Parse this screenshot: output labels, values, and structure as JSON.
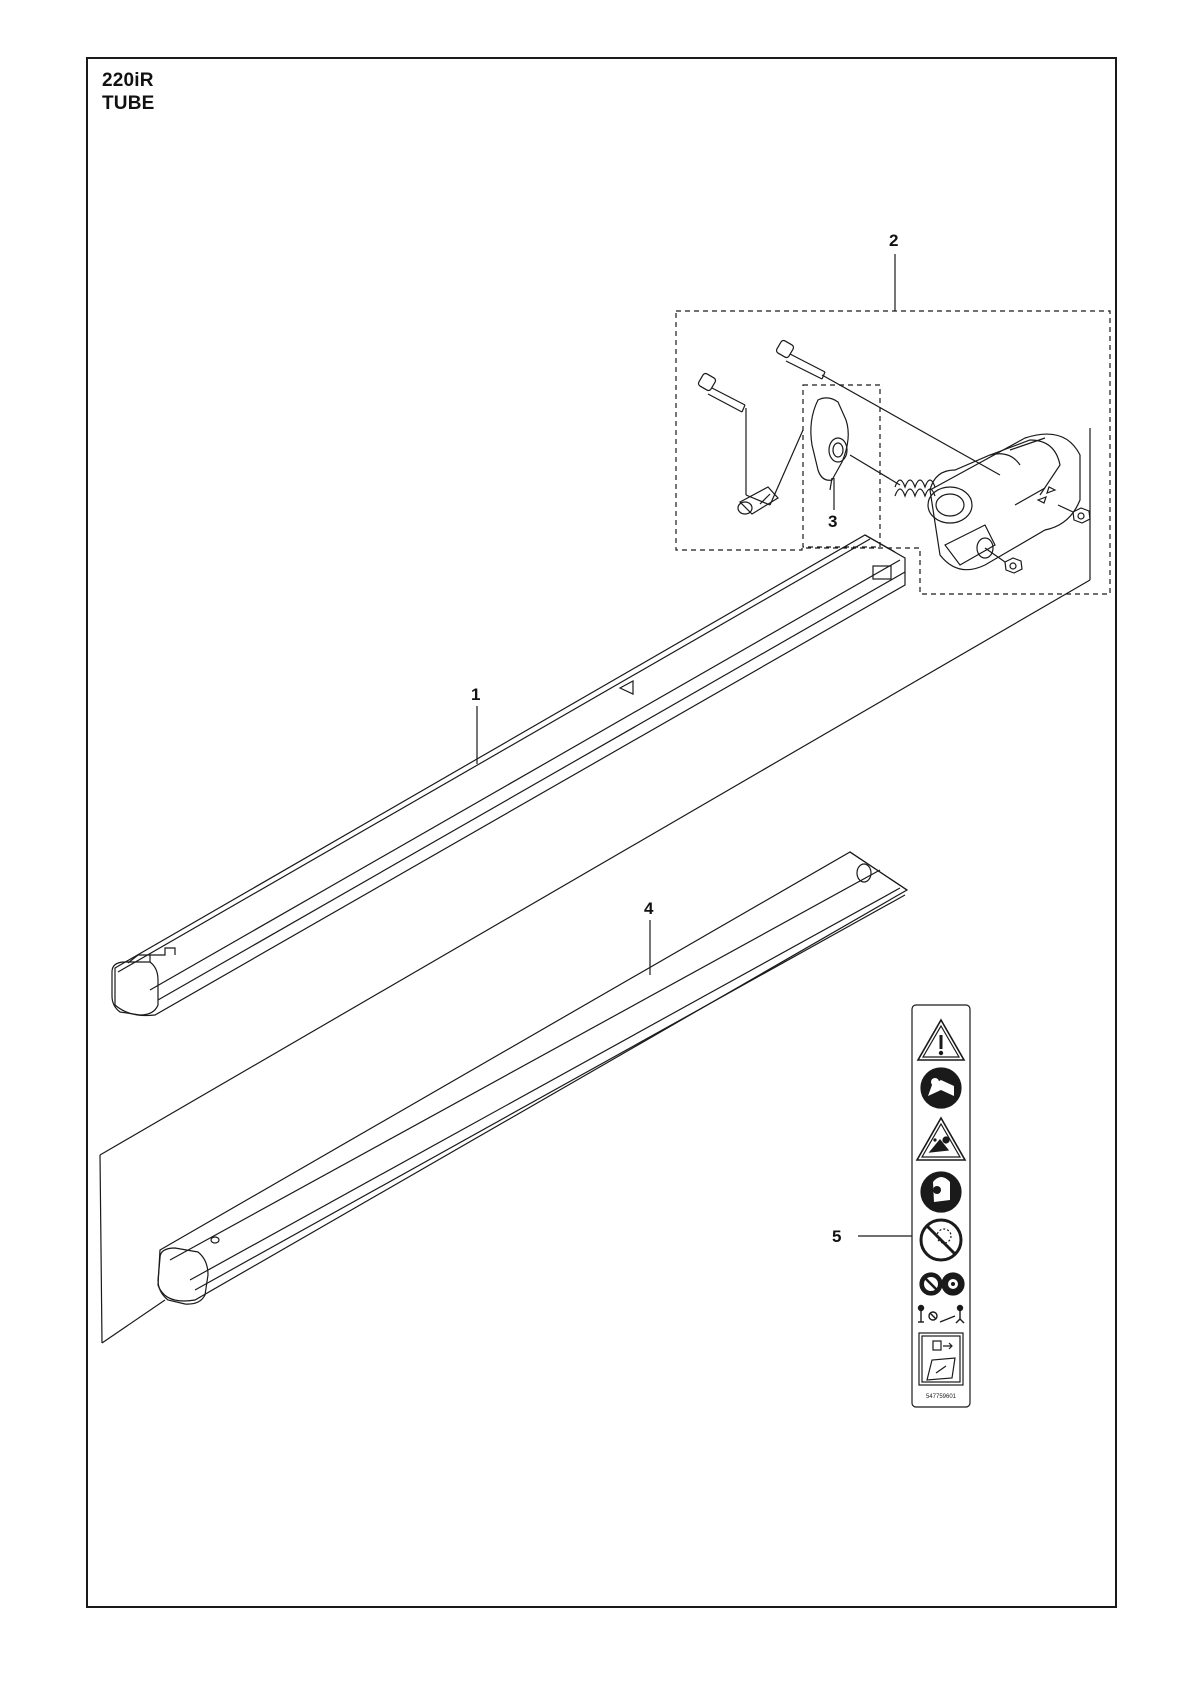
{
  "header": {
    "model": "220iR",
    "section": "TUBE"
  },
  "callouts": {
    "p1": "1",
    "p2": "2",
    "p3": "3",
    "p4": "4",
    "p5": "5"
  },
  "decal": {
    "part_number": "547759601",
    "symbols": [
      "warning-triangle-icon",
      "read-manual-icon",
      "thrown-objects-warning-icon",
      "ear-eye-head-protection-icon",
      "no-sawblade-icon",
      "no-blade-icons",
      "safety-distance-icon",
      "manual-reference-icon"
    ]
  },
  "colors": {
    "line": "#1a1a1a",
    "background": "#ffffff"
  }
}
